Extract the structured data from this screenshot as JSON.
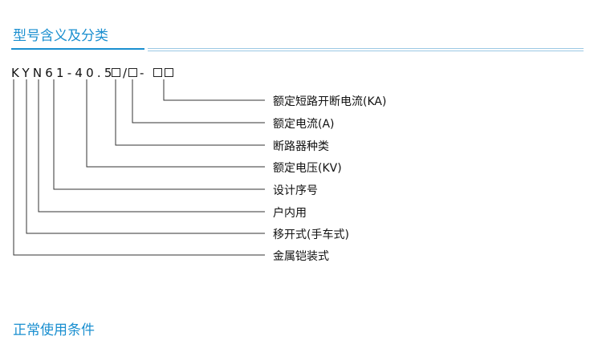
{
  "sections": {
    "model_title": "型号含义及分类",
    "conditions_title": "正常使用条件"
  },
  "model_code": {
    "prefix": "KYN61-40.5",
    "slash": "/",
    "dash": "-"
  },
  "definitions": [
    "额定短路开断电流(KA)",
    "额定电流(A)",
    "断路器种类",
    "额定电压(KV)",
    "设计序号",
    "户内用",
    "移开式(手车式)",
    "金属铠装式"
  ],
  "colors": {
    "accent": "#1a8fd0",
    "rule_light": "#9cc8e4",
    "text": "#111111"
  }
}
